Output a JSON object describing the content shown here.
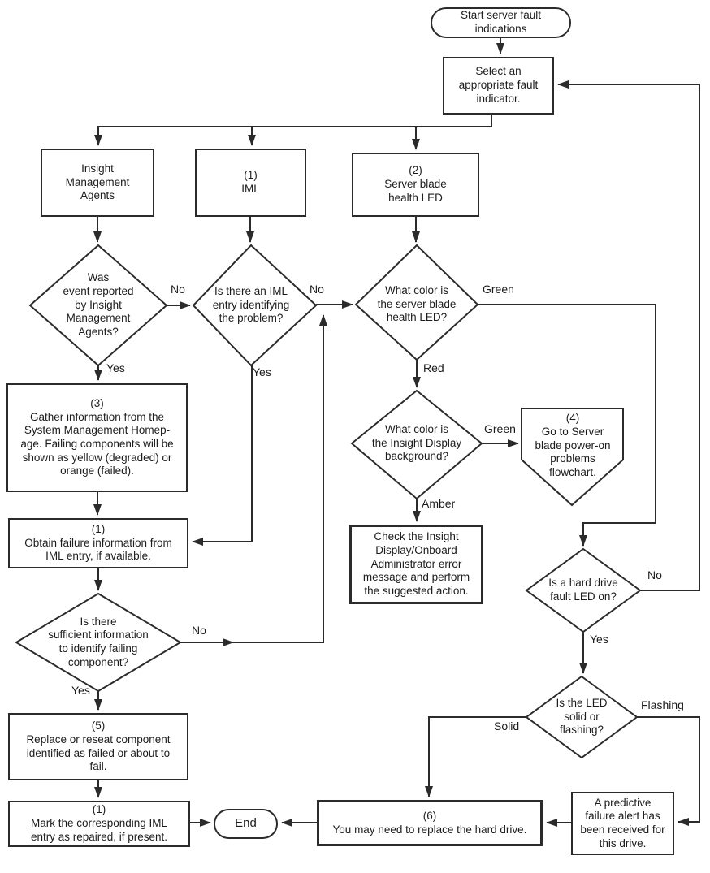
{
  "colors": {
    "line": "#2b2b2b",
    "background": "#ffffff",
    "text": "#1c1c1c"
  },
  "nodes": {
    "start": {
      "text": "Start server fault\nindications"
    },
    "select": {
      "text": "Select an\nappropriate fault\nindicator."
    },
    "agents": {
      "text": "Insight\nManagement\nAgents"
    },
    "iml": {
      "text": "(1)\nIML"
    },
    "blade": {
      "text": "(2)\nServer blade\nhealth LED"
    },
    "d1": {
      "text": "Was\nevent reported\nby Insight\nManagement\nAgents?"
    },
    "d2": {
      "text": "Is there an IML\nentry identifying\nthe problem?"
    },
    "d3": {
      "text": "What color is\nthe server blade\nhealth LED?"
    },
    "gather": {
      "text": "(3)\nGather information from the\nSystem Management Homep-\nage. Failing components will be\nshown as yellow (degraded) or\norange (failed)."
    },
    "obtain": {
      "text": "(1)\nObtain failure information from\nIML entry, if available."
    },
    "d4": {
      "text": "Is there\nsufficient information\nto identify failing\ncomponent?"
    },
    "replace": {
      "text": "(5)\nReplace or reseat component\nidentified as failed or about to\nfail."
    },
    "mark": {
      "text": "(1)\nMark the corresponding IML\nentry as repaired, if present."
    },
    "end": {
      "text": "End"
    },
    "d5": {
      "text": "What color is\nthe Insight Display\nbackground?"
    },
    "goto": {
      "text": "(4)\nGo to Server\nblade power-on\nproblems\nflowchart."
    },
    "check": {
      "text": "Check the Insight\nDisplay/Onboard\nAdministrator error\nmessage and perform\nthe suggested action."
    },
    "d6": {
      "text": "Is a hard drive\nfault LED on?"
    },
    "d7": {
      "text": "Is the LED\nsolid or\nflashing?"
    },
    "hdd": {
      "text": "(6)\nYou may need to replace the hard drive."
    },
    "predictive": {
      "text": "A predictive\nfailure alert has\nbeen received for\nthis drive."
    }
  },
  "edge_labels": {
    "d1_no": "No",
    "d1_yes": "Yes",
    "d2_no": "No",
    "d2_yes": "Yes",
    "d3_green": "Green",
    "d3_red": "Red",
    "d5_green": "Green",
    "d5_amber": "Amber",
    "d4_no": "No",
    "d4_yes": "Yes",
    "d6_no": "No",
    "d6_yes": "Yes",
    "d7_solid": "Solid",
    "d7_flashing": "Flashing"
  }
}
